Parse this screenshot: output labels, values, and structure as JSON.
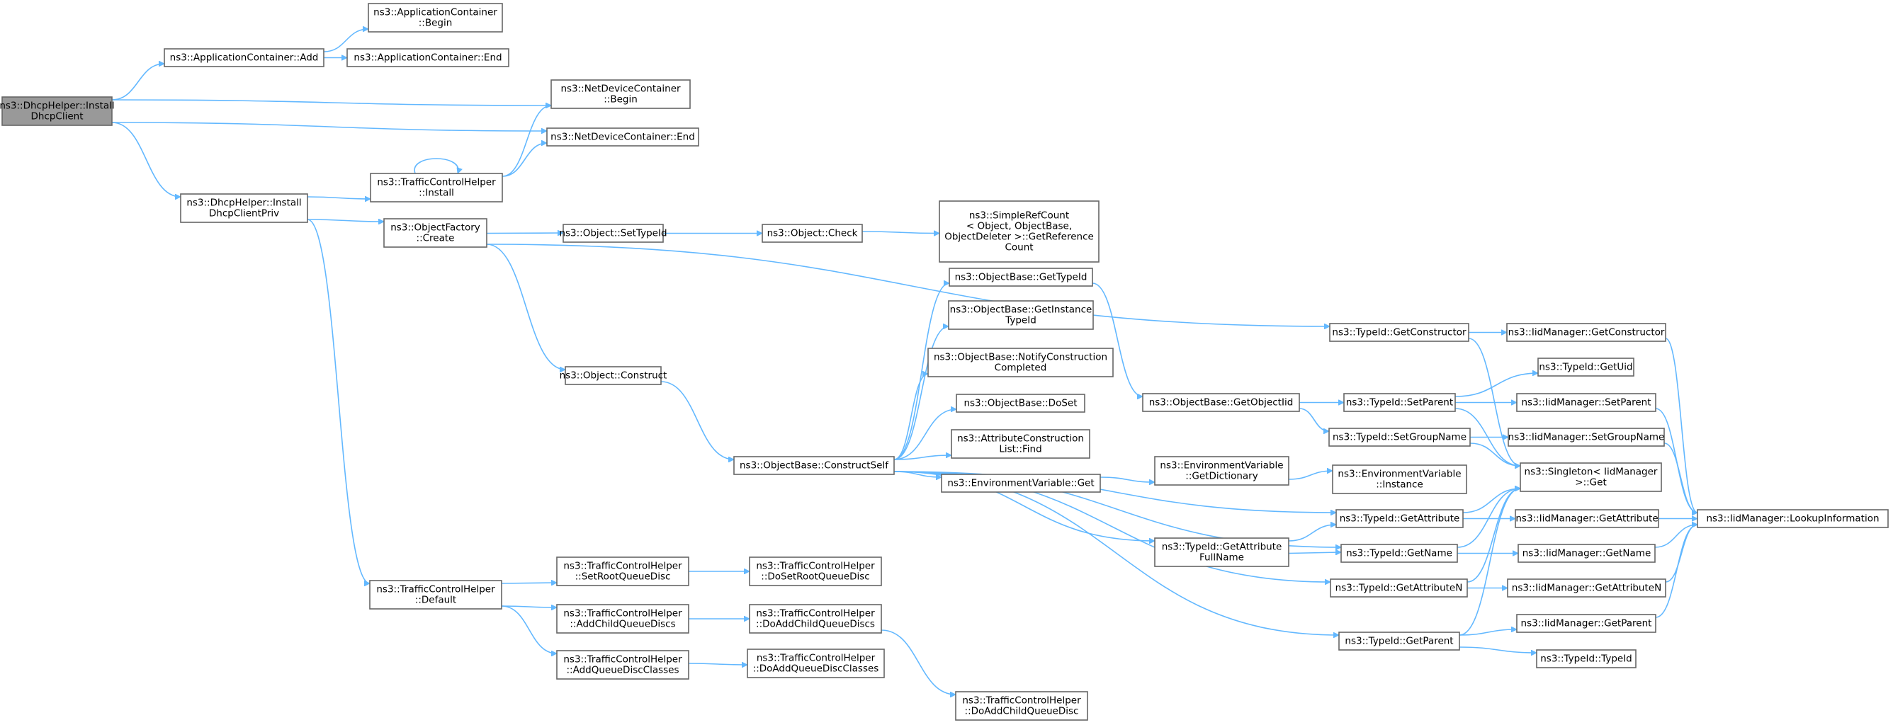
{
  "nodes": [
    {
      "id": "n0",
      "lines": [
        "ns3::DhcpHelper::Install",
        "DhcpClient"
      ],
      "root": true
    },
    {
      "id": "n1",
      "lines": [
        "ns3::ApplicationContainer::Add"
      ]
    },
    {
      "id": "n2",
      "lines": [
        "ns3::ApplicationContainer",
        "::Begin"
      ]
    },
    {
      "id": "n3",
      "lines": [
        "ns3::ApplicationContainer::End"
      ]
    },
    {
      "id": "n4",
      "lines": [
        "ns3::NetDeviceContainer",
        "::Begin"
      ]
    },
    {
      "id": "n5",
      "lines": [
        "ns3::NetDeviceContainer::End"
      ]
    },
    {
      "id": "n6",
      "lines": [
        "ns3::DhcpHelper::Install",
        "DhcpClientPriv"
      ]
    },
    {
      "id": "n7",
      "lines": [
        "ns3::TrafficControlHelper",
        "::Install"
      ]
    },
    {
      "id": "n8",
      "lines": [
        "ns3::ObjectFactory",
        "::Create"
      ]
    },
    {
      "id": "n9",
      "lines": [
        "ns3::Object::SetTypeId"
      ]
    },
    {
      "id": "n10",
      "lines": [
        "ns3::Object::Check"
      ]
    },
    {
      "id": "n11",
      "lines": [
        "ns3::SimpleRefCount",
        "< Object, ObjectBase,",
        "ObjectDeleter >::GetReference",
        "Count"
      ]
    },
    {
      "id": "n12",
      "lines": [
        "ns3::Object::Construct"
      ]
    },
    {
      "id": "n13",
      "lines": [
        "ns3::ObjectBase::ConstructSelf"
      ]
    },
    {
      "id": "n14",
      "lines": [
        "ns3::ObjectBase::GetTypeId"
      ]
    },
    {
      "id": "n15",
      "lines": [
        "ns3::ObjectBase::GetInstance",
        "TypeId"
      ]
    },
    {
      "id": "n16",
      "lines": [
        "ns3::ObjectBase::NotifyConstruction",
        "Completed"
      ]
    },
    {
      "id": "n17",
      "lines": [
        "ns3::ObjectBase::DoSet"
      ]
    },
    {
      "id": "n18",
      "lines": [
        "ns3::AttributeConstruction",
        "List::Find"
      ]
    },
    {
      "id": "n19",
      "lines": [
        "ns3::EnvironmentVariable::Get"
      ]
    },
    {
      "id": "n20",
      "lines": [
        "ns3::EnvironmentVariable",
        "::GetDictionary"
      ]
    },
    {
      "id": "n21",
      "lines": [
        "ns3::EnvironmentVariable",
        "::Instance"
      ]
    },
    {
      "id": "n22",
      "lines": [
        "ns3::ObjectBase::GetObjectIid"
      ]
    },
    {
      "id": "n23",
      "lines": [
        "ns3::TypeId::GetConstructor"
      ]
    },
    {
      "id": "n24",
      "lines": [
        "ns3::IidManager::GetConstructor"
      ]
    },
    {
      "id": "n25",
      "lines": [
        "ns3::TypeId::SetParent"
      ]
    },
    {
      "id": "n26",
      "lines": [
        "ns3::TypeId::GetUid"
      ]
    },
    {
      "id": "n27",
      "lines": [
        "ns3::IidManager::SetParent"
      ]
    },
    {
      "id": "n28",
      "lines": [
        "ns3::TypeId::SetGroupName"
      ]
    },
    {
      "id": "n29",
      "lines": [
        "ns3::IidManager::SetGroupName"
      ]
    },
    {
      "id": "n30",
      "lines": [
        "ns3::Singleton< IidManager",
        ">::Get"
      ]
    },
    {
      "id": "n31",
      "lines": [
        "ns3::TypeId::GetAttribute"
      ]
    },
    {
      "id": "n32",
      "lines": [
        "ns3::IidManager::GetAttribute"
      ]
    },
    {
      "id": "n33",
      "lines": [
        "ns3::IidManager::LookupInformation"
      ]
    },
    {
      "id": "n34",
      "lines": [
        "ns3::TypeId::GetAttribute",
        "FullName"
      ]
    },
    {
      "id": "n35",
      "lines": [
        "ns3::TypeId::GetName"
      ]
    },
    {
      "id": "n36",
      "lines": [
        "ns3::IidManager::GetName"
      ]
    },
    {
      "id": "n37",
      "lines": [
        "ns3::TypeId::GetAttributeN"
      ]
    },
    {
      "id": "n38",
      "lines": [
        "ns3::IidManager::GetAttributeN"
      ]
    },
    {
      "id": "n39",
      "lines": [
        "ns3::TypeId::GetParent"
      ]
    },
    {
      "id": "n40",
      "lines": [
        "ns3::IidManager::GetParent"
      ]
    },
    {
      "id": "n41",
      "lines": [
        "ns3::TypeId::TypeId"
      ]
    },
    {
      "id": "n42",
      "lines": [
        "ns3::TrafficControlHelper",
        "::Default"
      ]
    },
    {
      "id": "n43",
      "lines": [
        "ns3::TrafficControlHelper",
        "::SetRootQueueDisc"
      ]
    },
    {
      "id": "n44",
      "lines": [
        "ns3::TrafficControlHelper",
        "::DoSetRootQueueDisc"
      ]
    },
    {
      "id": "n45",
      "lines": [
        "ns3::TrafficControlHelper",
        "::AddChildQueueDiscs"
      ]
    },
    {
      "id": "n46",
      "lines": [
        "ns3::TrafficControlHelper",
        "::DoAddChildQueueDiscs"
      ]
    },
    {
      "id": "n47",
      "lines": [
        "ns3::TrafficControlHelper",
        "::AddQueueDiscClasses"
      ]
    },
    {
      "id": "n48",
      "lines": [
        "ns3::TrafficControlHelper",
        "::DoAddQueueDiscClasses"
      ]
    },
    {
      "id": "n49",
      "lines": [
        "ns3::TrafficControlHelper",
        "::DoAddChildQueueDisc"
      ]
    }
  ],
  "edges": [
    [
      "n0",
      "n1"
    ],
    [
      "n0",
      "n4"
    ],
    [
      "n0",
      "n5"
    ],
    [
      "n0",
      "n6"
    ],
    [
      "n1",
      "n2"
    ],
    [
      "n1",
      "n3"
    ],
    [
      "n6",
      "n7"
    ],
    [
      "n6",
      "n8"
    ],
    [
      "n6",
      "n42"
    ],
    [
      "n7",
      "n7"
    ],
    [
      "n7",
      "n4"
    ],
    [
      "n7",
      "n5"
    ],
    [
      "n8",
      "n9"
    ],
    [
      "n8",
      "n12"
    ],
    [
      "n8",
      "n23"
    ],
    [
      "n9",
      "n10"
    ],
    [
      "n10",
      "n11"
    ],
    [
      "n12",
      "n13"
    ],
    [
      "n13",
      "n14"
    ],
    [
      "n13",
      "n15"
    ],
    [
      "n13",
      "n16"
    ],
    [
      "n13",
      "n17"
    ],
    [
      "n13",
      "n18"
    ],
    [
      "n13",
      "n19"
    ],
    [
      "n13",
      "n31"
    ],
    [
      "n13",
      "n34"
    ],
    [
      "n13",
      "n35"
    ],
    [
      "n13",
      "n37"
    ],
    [
      "n13",
      "n39"
    ],
    [
      "n14",
      "n22"
    ],
    [
      "n19",
      "n20"
    ],
    [
      "n20",
      "n21"
    ],
    [
      "n22",
      "n25"
    ],
    [
      "n22",
      "n28"
    ],
    [
      "n23",
      "n24"
    ],
    [
      "n23",
      "n30"
    ],
    [
      "n24",
      "n33"
    ],
    [
      "n25",
      "n26"
    ],
    [
      "n25",
      "n27"
    ],
    [
      "n25",
      "n30"
    ],
    [
      "n27",
      "n33"
    ],
    [
      "n28",
      "n29"
    ],
    [
      "n28",
      "n30"
    ],
    [
      "n29",
      "n33"
    ],
    [
      "n31",
      "n30"
    ],
    [
      "n31",
      "n32"
    ],
    [
      "n32",
      "n33"
    ],
    [
      "n34",
      "n31"
    ],
    [
      "n34",
      "n35"
    ],
    [
      "n35",
      "n30"
    ],
    [
      "n35",
      "n36"
    ],
    [
      "n36",
      "n33"
    ],
    [
      "n37",
      "n30"
    ],
    [
      "n37",
      "n38"
    ],
    [
      "n38",
      "n33"
    ],
    [
      "n39",
      "n30"
    ],
    [
      "n39",
      "n40"
    ],
    [
      "n39",
      "n41"
    ],
    [
      "n40",
      "n33"
    ],
    [
      "n42",
      "n43"
    ],
    [
      "n42",
      "n45"
    ],
    [
      "n42",
      "n47"
    ],
    [
      "n43",
      "n44"
    ],
    [
      "n45",
      "n46"
    ],
    [
      "n46",
      "n49"
    ],
    [
      "n47",
      "n48"
    ]
  ]
}
